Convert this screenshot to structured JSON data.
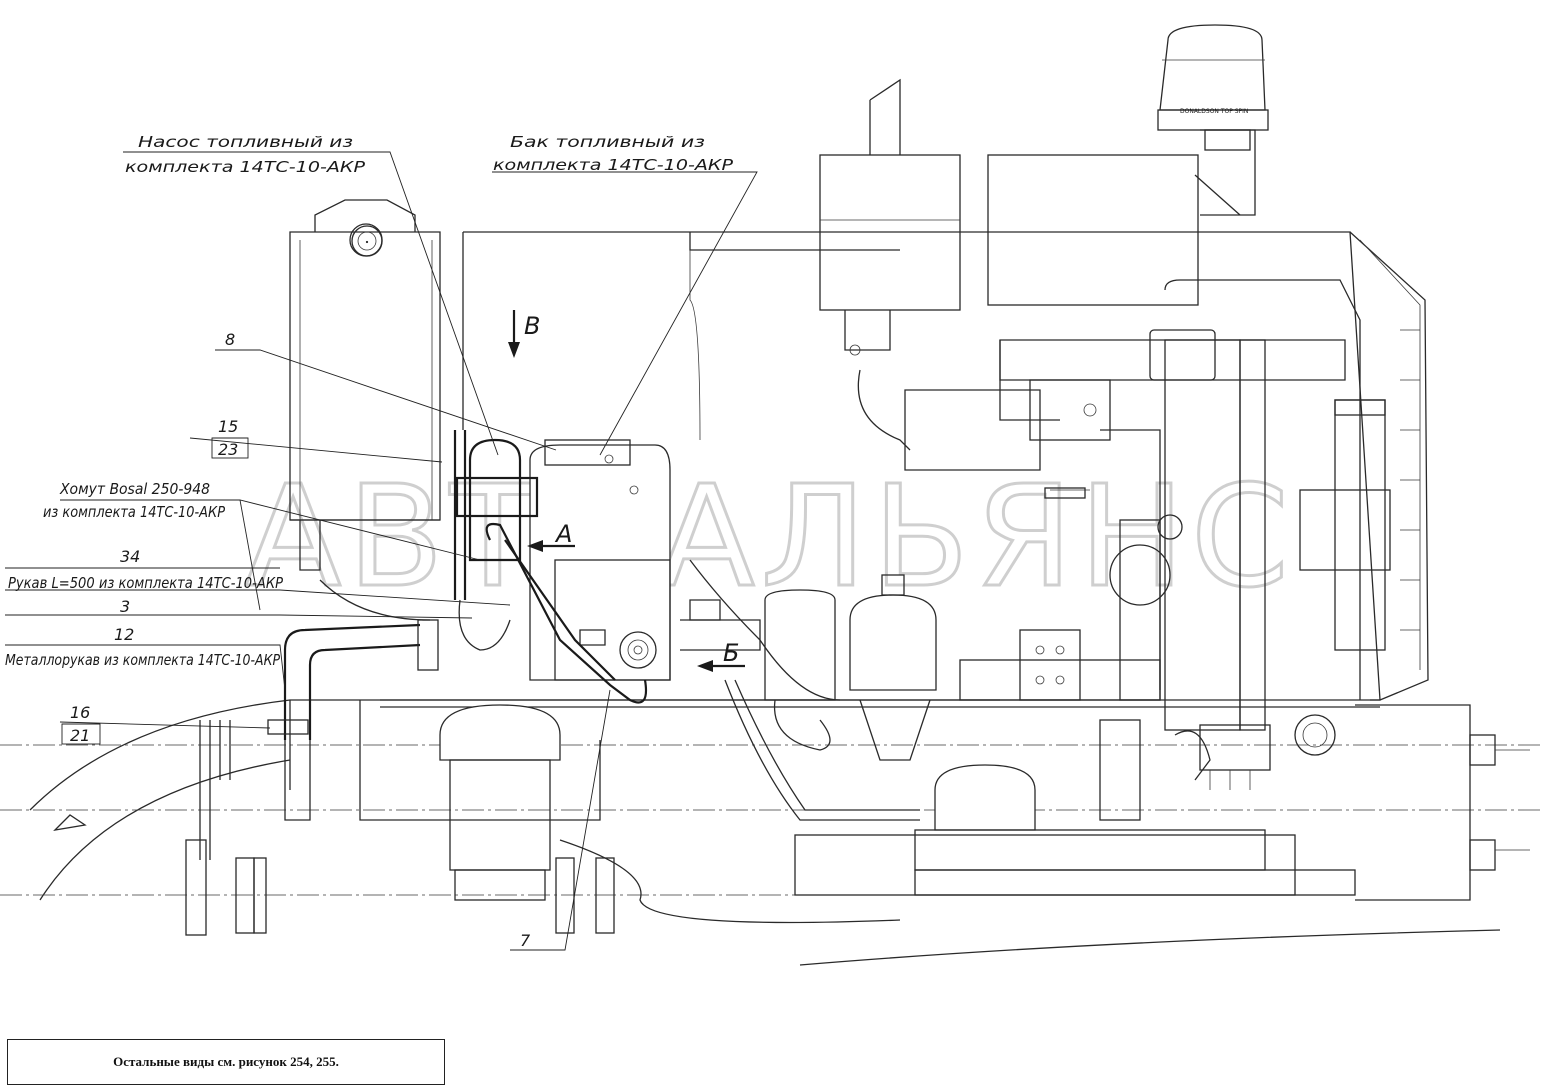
{
  "watermark": "АВТОАЛЬЯНС",
  "callouts": {
    "pump_line1": "Насос топливный из",
    "pump_line2": "комплекта 14ТС-10-АКР",
    "tank_line1": "Бак топливный из",
    "tank_line2": "комплекта 14ТС-10-АКР",
    "clamp_line1": "Хомут Bosal 250-948",
    "clamp_line2": "из комплекта 14ТС-10-АКР",
    "hose": "Рукав L=500 из комплекта 14ТС-10-АКР",
    "metalhose": "Металлорукав из комплекта 14ТС-10-АКР"
  },
  "positions": {
    "p8": "8",
    "p15": "15",
    "p23": "23",
    "p34": "34",
    "p3": "3",
    "p12": "12",
    "p16": "16",
    "p21": "21",
    "p7": "7"
  },
  "view_labels": {
    "view_v": "В",
    "view_a": "А",
    "view_b": "Б"
  },
  "air_filter_text": "DONALDSON TOP SPIN",
  "footer_note": "Остальные виды см. рисунок 254, 255."
}
